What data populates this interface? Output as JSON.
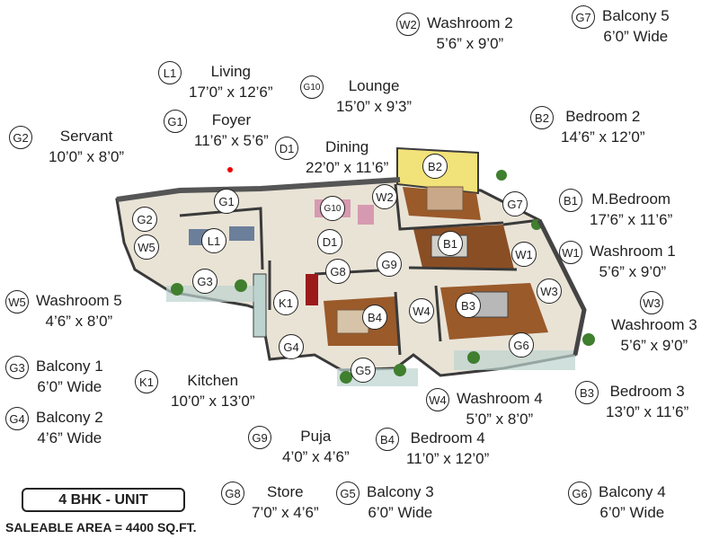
{
  "legend": [
    {
      "code": "W2",
      "name": "Washroom 2",
      "dim": "5’6” x 9’0”"
    },
    {
      "code": "G7",
      "name": "Balcony 5",
      "dim": "6’0” Wide"
    },
    {
      "code": "L1",
      "name": "Living",
      "dim": "17’0” x 12’6”"
    },
    {
      "code": "G10",
      "name": "Lounge",
      "dim": "15’0” x 9’3”"
    },
    {
      "code": "G1",
      "name": "Foyer",
      "dim": "11’6” x 5’6”"
    },
    {
      "code": "B2",
      "name": "Bedroom 2",
      "dim": "14’6” x 12’0”"
    },
    {
      "code": "G2",
      "name": "Servant",
      "dim": "10’0” x 8’0”"
    },
    {
      "code": "D1",
      "name": "Dining",
      "dim": "22’0” x 11’6”"
    },
    {
      "code": "B1",
      "name": "M.Bedroom",
      "dim": "17’6” x 11’6”"
    },
    {
      "code": "W1",
      "name": "Washroom 1",
      "dim": "5’6” x 9’0”"
    },
    {
      "code": "W5",
      "name": "Washroom 5",
      "dim": "4’6” x 8’0”"
    },
    {
      "code": "W3",
      "name": "Washroom 3",
      "dim": "5’6” x 9’0”"
    },
    {
      "code": "G3",
      "name": "Balcony 1",
      "dim": "6’0” Wide"
    },
    {
      "code": "K1",
      "name": "Kitchen",
      "dim": "10’0” x 13’0”"
    },
    {
      "code": "B3",
      "name": "Bedroom 3",
      "dim": "13’0” x 11’6”"
    },
    {
      "code": "W4",
      "name": "Washroom 4",
      "dim": "5’0” x 8’0”"
    },
    {
      "code": "G4",
      "name": "Balcony 2",
      "dim": "4’6” Wide"
    },
    {
      "code": "G9",
      "name": "Puja",
      "dim": "4’0” x 4’6”"
    },
    {
      "code": "B4",
      "name": "Bedroom 4",
      "dim": "11’0” x 12’0”"
    },
    {
      "code": "G8",
      "name": "Store",
      "dim": "7’0” x 4’6”"
    },
    {
      "code": "G5",
      "name": "Balcony 3",
      "dim": "6’0” Wide"
    },
    {
      "code": "G6",
      "name": "Balcony 4",
      "dim": "6’0” Wide"
    }
  ],
  "plan_markers": [
    "G1",
    "G2",
    "W5",
    "L1",
    "G3",
    "G10",
    "D1",
    "W2",
    "B2",
    "G7",
    "B1",
    "W1",
    "G9",
    "G8",
    "K1",
    "W3",
    "B4",
    "W4",
    "B3",
    "G6",
    "G4",
    "G5"
  ],
  "unit_label": "4 BHK - UNIT",
  "saleable_area": "SALEABLE AREA = 4400 SQ.FT.",
  "colors": {
    "wall": "#3a3a3a",
    "floor": "#e9e3d6",
    "wood": "#9a5a2a",
    "accent_room": "#f2e27a",
    "plant": "#3f7f2e",
    "glass": "#bcd3cf"
  }
}
